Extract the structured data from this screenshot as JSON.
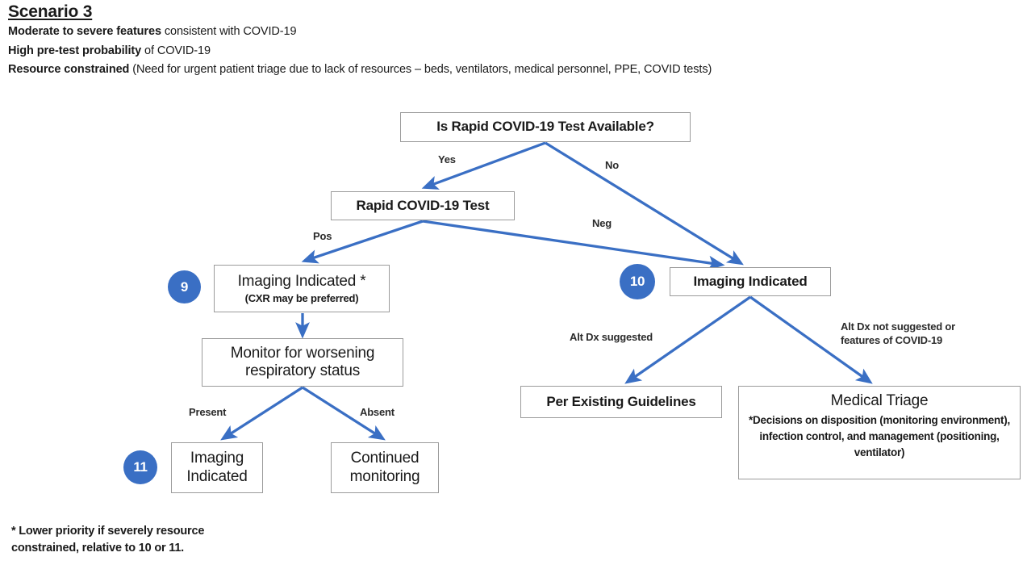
{
  "header": {
    "scenario_title": "Scenario 3",
    "lines": [
      {
        "bold": "Moderate to severe features",
        "rest": " consistent with COVID-19"
      },
      {
        "bold": "High pre-test probability",
        "rest": " of COVID-19"
      },
      {
        "bold": "Resource constrained",
        "rest": " (Need for urgent patient triage due to lack of resources – beds, ventilators, medical personnel, PPE, COVID tests)"
      }
    ]
  },
  "nodes": {
    "rapid_test_available": "Is Rapid COVID-19 Test Available?",
    "rapid_test": "Rapid COVID-19 Test",
    "imaging_indicated_9": "Imaging Indicated *",
    "imaging_indicated_9_sub": "(CXR may be preferred)",
    "monitor_line1": "Monitor for worsening",
    "monitor_line2": "respiratory status",
    "imaging_indicated_11_line1": "Imaging",
    "imaging_indicated_11_line2": "Indicated",
    "continued_monitoring_line1": "Continued",
    "continued_monitoring_line2": "monitoring",
    "imaging_indicated_10": "Imaging Indicated",
    "per_existing_guidelines": "Per Existing Guidelines",
    "medical_triage_title": "Medical Triage",
    "medical_triage_body": "*Decisions on disposition (monitoring environment), infection control, and management (positioning, ventilator)"
  },
  "badges": {
    "nine": "9",
    "ten": "10",
    "eleven": "11"
  },
  "edge_labels": {
    "yes": "Yes",
    "no": "No",
    "pos": "Pos",
    "neg": "Neg",
    "present": "Present",
    "absent": "Absent",
    "alt_dx_suggested": "Alt Dx suggested",
    "alt_dx_not_suggested": "Alt Dx not suggested or\nfeatures of COVID-19"
  },
  "footnote": "* Lower priority if severely resource\nconstrained, relative to 10 or 11.",
  "colors": {
    "arrow_blue": "#3a6fc4",
    "badge_blue": "#3a6fc4",
    "box_border": "#9b9b9b",
    "text": "#1a1a1a",
    "background": "#ffffff"
  }
}
